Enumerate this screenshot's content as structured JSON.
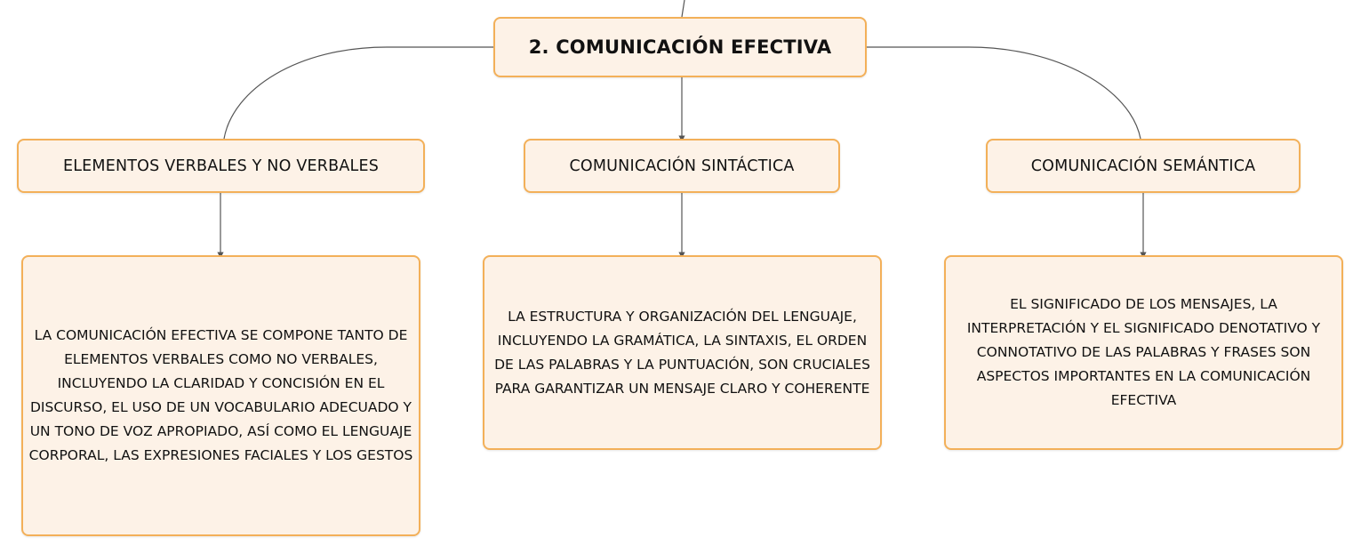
{
  "colors": {
    "node_fill": "#fdf2e7",
    "node_border": "#f3b059",
    "connector": "#555555"
  },
  "root": {
    "title": "2. COMUNICACIÓN EFECTIVA"
  },
  "topics": [
    {
      "title": "ELEMENTOS VERBALES Y NO VERBALES",
      "detail": "LA COMUNICACIÓN EFECTIVA SE COMPONE TANTO DE ELEMENTOS VERBALES COMO NO VERBALES, INCLUYENDO LA CLARIDAD Y CONCISIÓN EN EL DISCURSO, EL USO DE UN VOCABULARIO ADECUADO Y UN TONO DE VOZ APROPIADO, ASÍ COMO EL LENGUAJE CORPORAL, LAS EXPRESIONES FACIALES Y LOS GESTOS"
    },
    {
      "title": "COMUNICACIÓN SINTÁCTICA",
      "detail": "LA ESTRUCTURA Y ORGANIZACIÓN DEL LENGUAJE, INCLUYENDO LA GRAMÁTICA, LA SINTAXIS, EL ORDEN DE LAS PALABRAS Y LA PUNTUACIÓN, SON CRUCIALES PARA GARANTIZAR UN MENSAJE CLARO Y COHERENTE"
    },
    {
      "title": "COMUNICACIÓN SEMÁNTICA",
      "detail": "EL SIGNIFICADO DE LOS MENSAJES, LA INTERPRETACIÓN Y EL SIGNIFICADO DENOTATIVO Y CONNOTATIVO DE LAS PALABRAS Y FRASES SON ASPECTOS IMPORTANTES EN LA COMUNICACIÓN EFECTIVA"
    }
  ]
}
